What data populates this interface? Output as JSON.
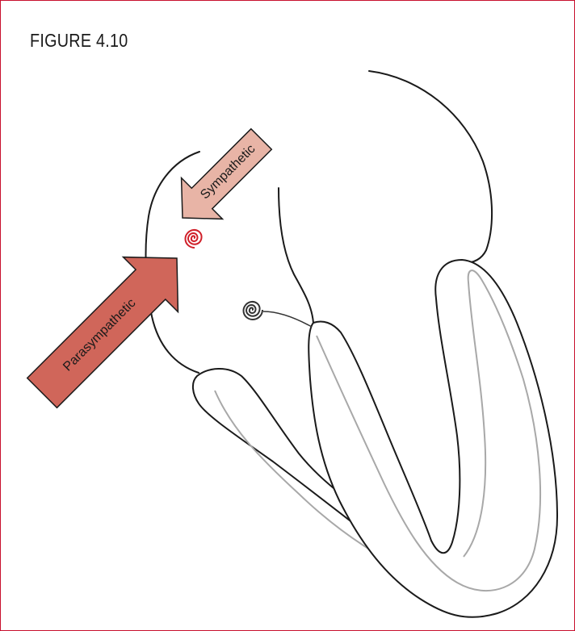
{
  "figure_label": "FIGURE 4.10",
  "arrows": {
    "sympathetic": {
      "label": "Sympathetic",
      "fill": "#e8b4a6"
    },
    "parasympathetic": {
      "label": "Parasympathetic",
      "fill": "#d0665a"
    }
  },
  "colors": {
    "frame_border": "#c8102e",
    "outline": "#1a1a1a",
    "inner_line": "#a8a8a8",
    "sa_node_spiral": "#d0202a",
    "av_node_spiral": "#333333"
  },
  "icons": [
    "sa-node-spiral-icon",
    "av-node-spiral-icon"
  ]
}
